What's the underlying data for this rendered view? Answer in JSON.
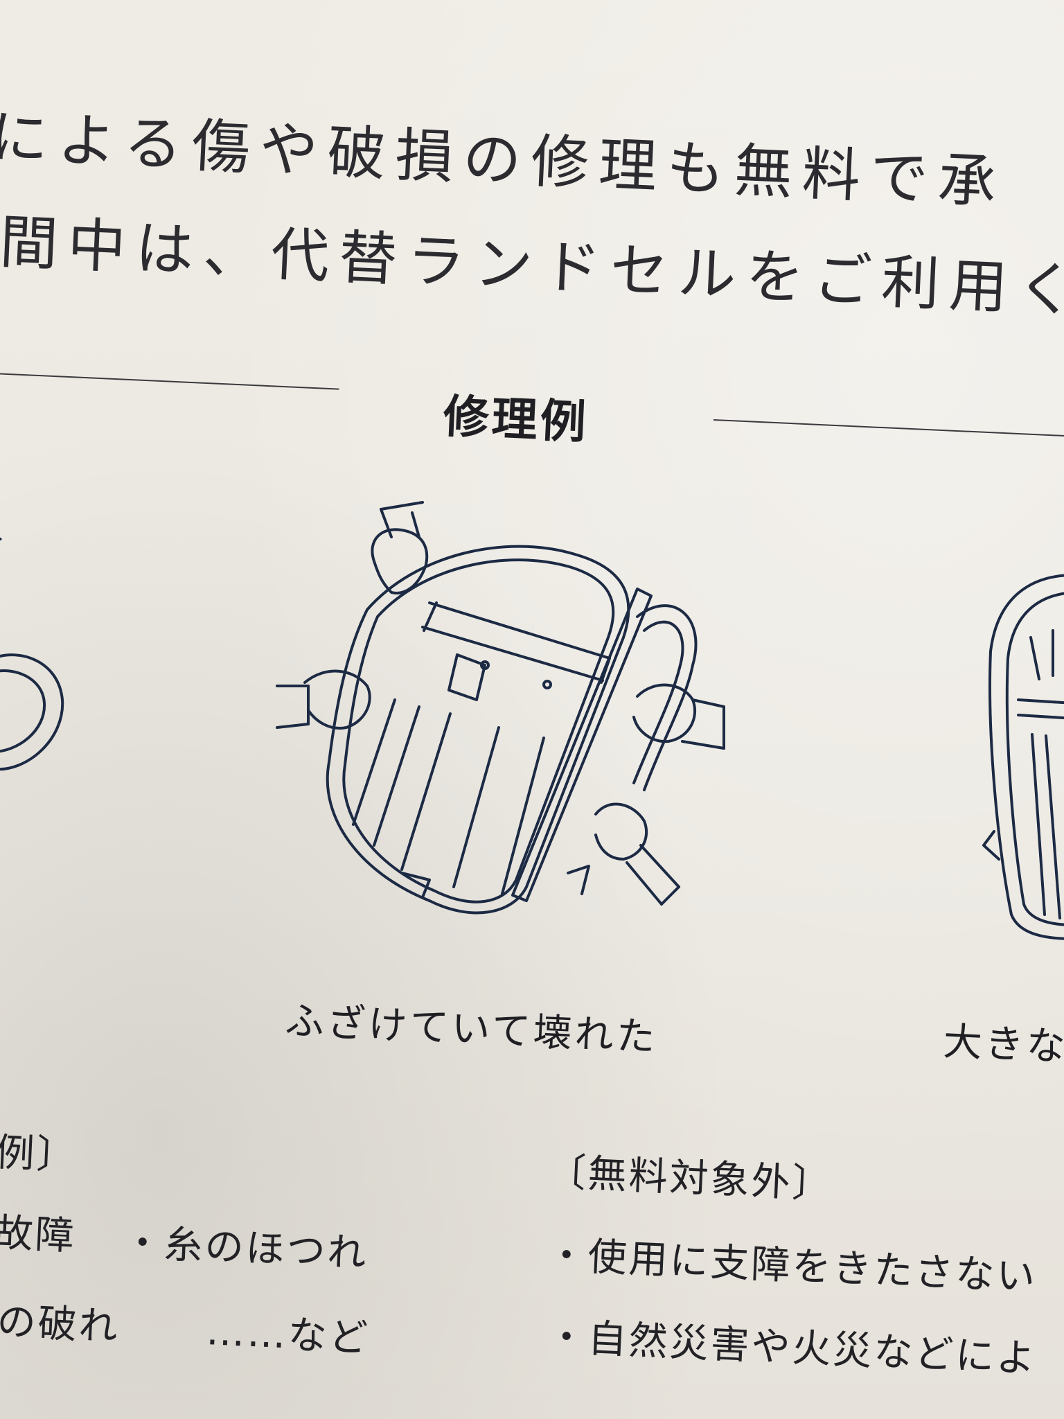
{
  "header": {
    "line1": "による傷や破損の修理も無料で承",
    "line2": "間中は、代替ランドセルをご利用く"
  },
  "section": {
    "title": "修理例"
  },
  "captions": {
    "center": "ふざけていて壊れた",
    "right": "大きな"
  },
  "free_list": {
    "heading": "例〕",
    "row1_a": "故障",
    "row1_b": "・糸のほつれ",
    "row2_a": "の破れ",
    "row2_b": "……など"
  },
  "excluded_list": {
    "heading": "〔無料対象外〕",
    "item1": "・使用に支障をきたさない",
    "item2": "・自然災害や火災などによ"
  },
  "colors": {
    "ink": "#1c2a44",
    "paper": "#ece9e2",
    "text": "#2a2a2e"
  },
  "icons": [
    "randoseru-tug-of-war-illustration",
    "randoseru-partial-illustration-left",
    "randoseru-partial-illustration-right"
  ]
}
